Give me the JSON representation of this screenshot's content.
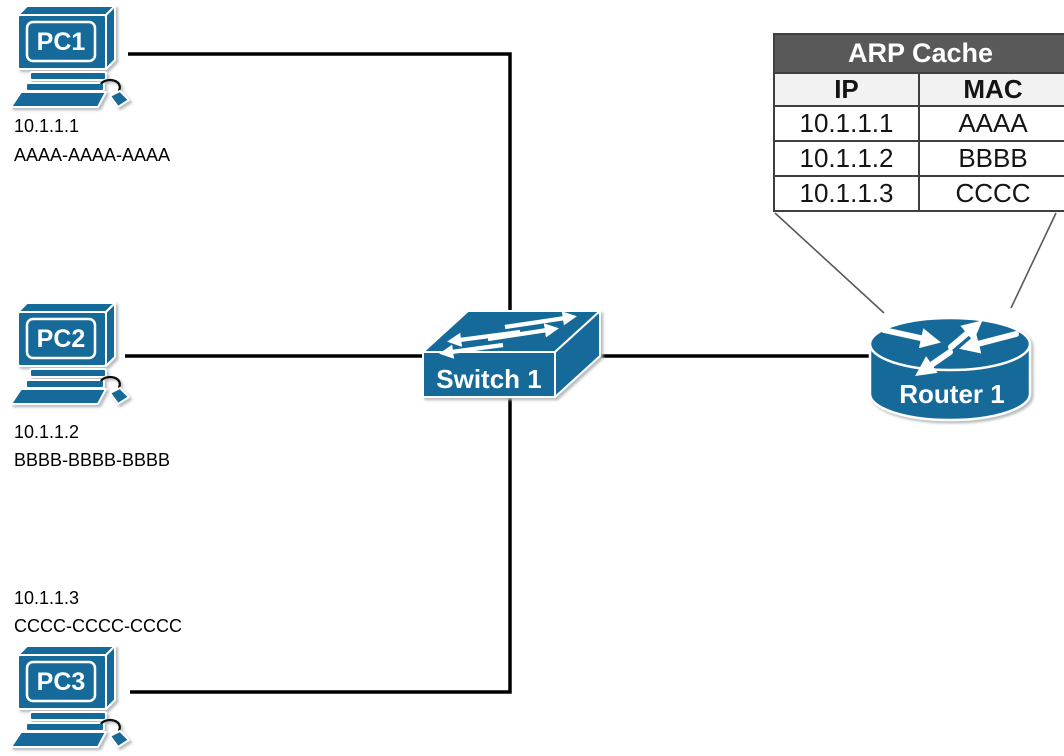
{
  "devices": {
    "pc1": {
      "name": "PC1",
      "ip": "10.1.1.1",
      "mac": "AAAA-AAAA-AAAA"
    },
    "pc2": {
      "name": "PC2",
      "ip": "10.1.1.2",
      "mac": "BBBB-BBBB-BBBB"
    },
    "pc3": {
      "name": "PC3",
      "ip": "10.1.1.3",
      "mac": "CCCC-CCCC-CCCC"
    },
    "switch1": {
      "name": "Switch 1"
    },
    "router1": {
      "name": "Router 1"
    }
  },
  "arp_cache": {
    "title": "ARP Cache",
    "columns": [
      "IP",
      "MAC"
    ],
    "rows": [
      {
        "ip": "10.1.1.1",
        "mac": "AAAA"
      },
      {
        "ip": "10.1.1.2",
        "mac": "BBBB"
      },
      {
        "ip": "10.1.1.3",
        "mac": "CCCC"
      }
    ]
  },
  "colors": {
    "device_blue": "#196B99",
    "icon_outline": "#FFFFFF",
    "table_title_bg": "#595959",
    "table_title_text": "#FFFFFF",
    "table_subheader_bg": "#F2F2F2",
    "table_border": "#3F3F3F",
    "connection_line": "#000000",
    "callout_line": "#595959"
  }
}
